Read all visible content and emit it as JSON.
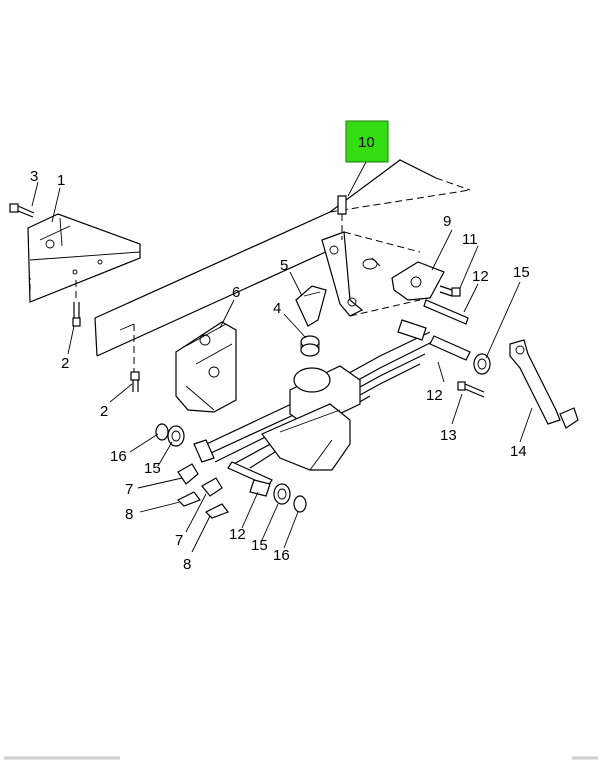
{
  "callouts": {
    "c1": "1",
    "c2a": "2",
    "c2b": "2",
    "c3": "3",
    "c4": "4",
    "c5": "5",
    "c6": "6",
    "c7a": "7",
    "c7b": "7",
    "c8a": "8",
    "c8b": "8",
    "c9": "9",
    "c10": "10",
    "c11": "11",
    "c12a": "12",
    "c12b": "12",
    "c12c": "12",
    "c13": "13",
    "c14": "14",
    "c15a": "15",
    "c15b": "15",
    "c15c": "15",
    "c16a": "16",
    "c16b": "16"
  },
  "highlight": {
    "label": "10",
    "color": "#33dd11"
  }
}
